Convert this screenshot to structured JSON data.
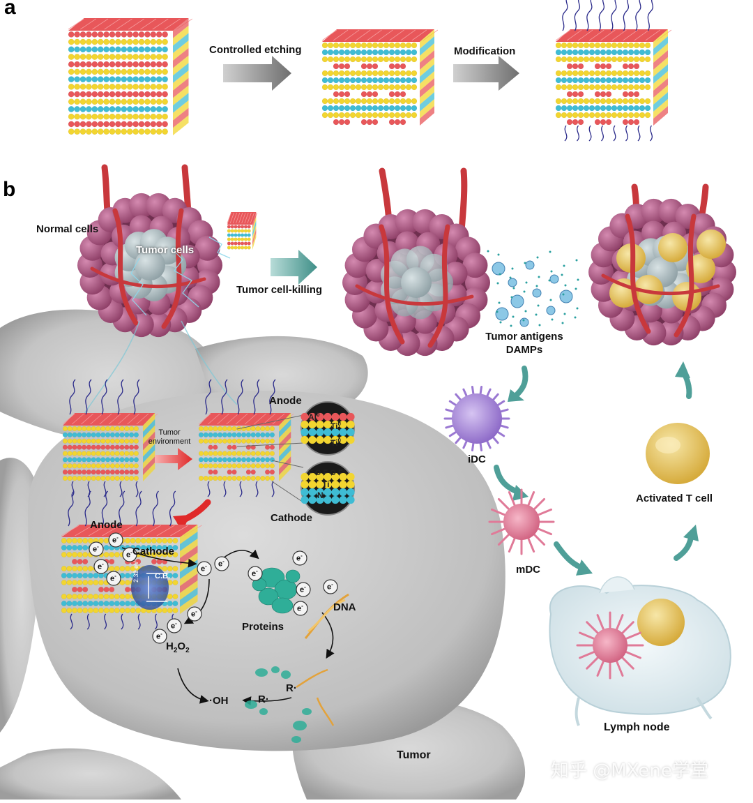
{
  "panels": {
    "a": "a",
    "b": "b"
  },
  "panel_a": {
    "step1_label": "Controlled etching",
    "step2_label": "Modification"
  },
  "panel_b": {
    "normal_cells": "Normal cells",
    "tumor_cells": "Tumor cells",
    "killing": "Tumor cell-killing",
    "antigens_line1": "Tumor antigens",
    "antigens_line2": "DAMPs",
    "idc": "iDC",
    "mdc": "mDC",
    "t_cell": "Activated T cell",
    "lymph_node": "Lymph node",
    "tumor": "Tumor",
    "tumor_env_line1": "Tumor",
    "tumor_env_line2": "environment",
    "anode": "Anode",
    "cathode": "Cathode",
    "anode2": "Anode",
    "cathode2": "Cathode",
    "atoms": {
      "al": "Al",
      "ti1": "Ti",
      "ti2": "Ti",
      "sup": "0",
      "f1": "F",
      "o1": "O",
      "f2": "F",
      "o2": "O",
      "f3": "F",
      "ti3": "Ti",
      "n": "N"
    },
    "band_gap": "2.32 eV",
    "cb": "C.B.",
    "electron": "e",
    "electron_sup": "-",
    "proteins": "Proteins",
    "dna": "DNA",
    "h2o2": "H",
    "h2o2_sub1": "2",
    "h2o2_o": "O",
    "h2o2_sub2": "2",
    "oh": "·OH",
    "r1": "R·",
    "r2": "R·"
  },
  "watermark": "知乎 @MXene学堂",
  "colors": {
    "red": "#e8575a",
    "cyan": "#3fbcd4",
    "yellow": "#f2d530",
    "tumor_purple": "#a8527e",
    "tumor_gray": "#aab8bc",
    "vessel": "#c8383c",
    "teal_arrow": "#4f9f98",
    "red_arrow": "#e23b3b",
    "gray_arrow": "#8a8a8a",
    "idc": "#a98ad8",
    "mdc": "#e07a98",
    "tcell": "#e9c65a"
  }
}
